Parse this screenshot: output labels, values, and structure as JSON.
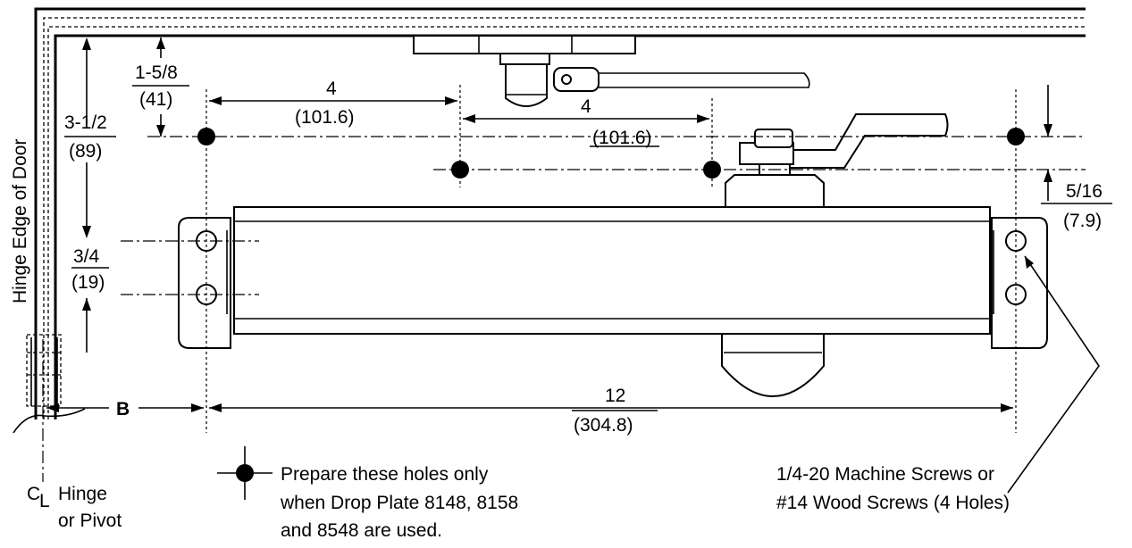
{
  "labels": {
    "hinge_edge": "Hinge Edge of Door",
    "dim_1_5_8": "1-5/8",
    "dim_41": "(41)",
    "dim_3_1_2": "3-1/2",
    "dim_89": "(89)",
    "dim_3_4": "3/4",
    "dim_19": "(19)",
    "dim_4_a": "4",
    "dim_101_6_a": "(101.6)",
    "dim_4_b": "4",
    "dim_101_6_b": "(101.6)",
    "dim_5_16": "5/16",
    "dim_7_9": "(7.9)",
    "dim_12": "12",
    "dim_304_8": "(304.8)",
    "dim_B": "B",
    "cl_symbol": "C",
    "cl_symbol_sub": "L",
    "hinge_line1": "Hinge",
    "hinge_line2": "or Pivot",
    "note_line1": "Prepare these holes only",
    "note_line2": "when Drop Plate 8148, 8158",
    "note_line3": "and 8548 are used.",
    "screws_line1": "1/4-20 Machine Screws or",
    "screws_line2": "#14 Wood Screws (4 Holes)"
  }
}
